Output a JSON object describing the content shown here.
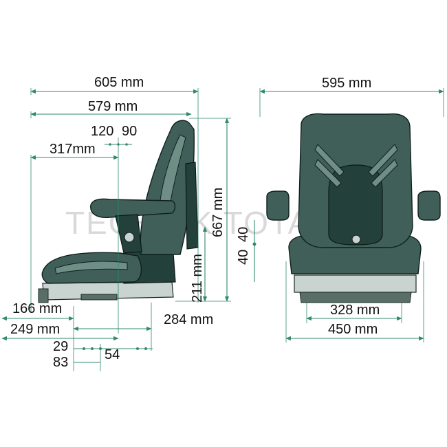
{
  "watermark": "TECHNIK TOTAAL",
  "side_view": {
    "width_605": "605 mm",
    "width_579": "579 mm",
    "offset_120": "120",
    "offset_90": "90",
    "depth_317": "317mm",
    "height_667": "667 mm",
    "adjust_40a": "40",
    "adjust_40b": "40",
    "height_211": "211 mm",
    "rail_166": "166 mm",
    "rail_249": "249 mm",
    "rail_284": "284 mm",
    "slot_29": "29",
    "slot_83": "83",
    "slot_54": "54"
  },
  "front_view": {
    "width_595": "595 mm",
    "width_328": "328 mm",
    "width_450": "450 mm"
  },
  "colors": {
    "dimension_line": "#2f8a6a",
    "seat_body": "#3f5f58",
    "base_plate": "#c9d3cf"
  }
}
